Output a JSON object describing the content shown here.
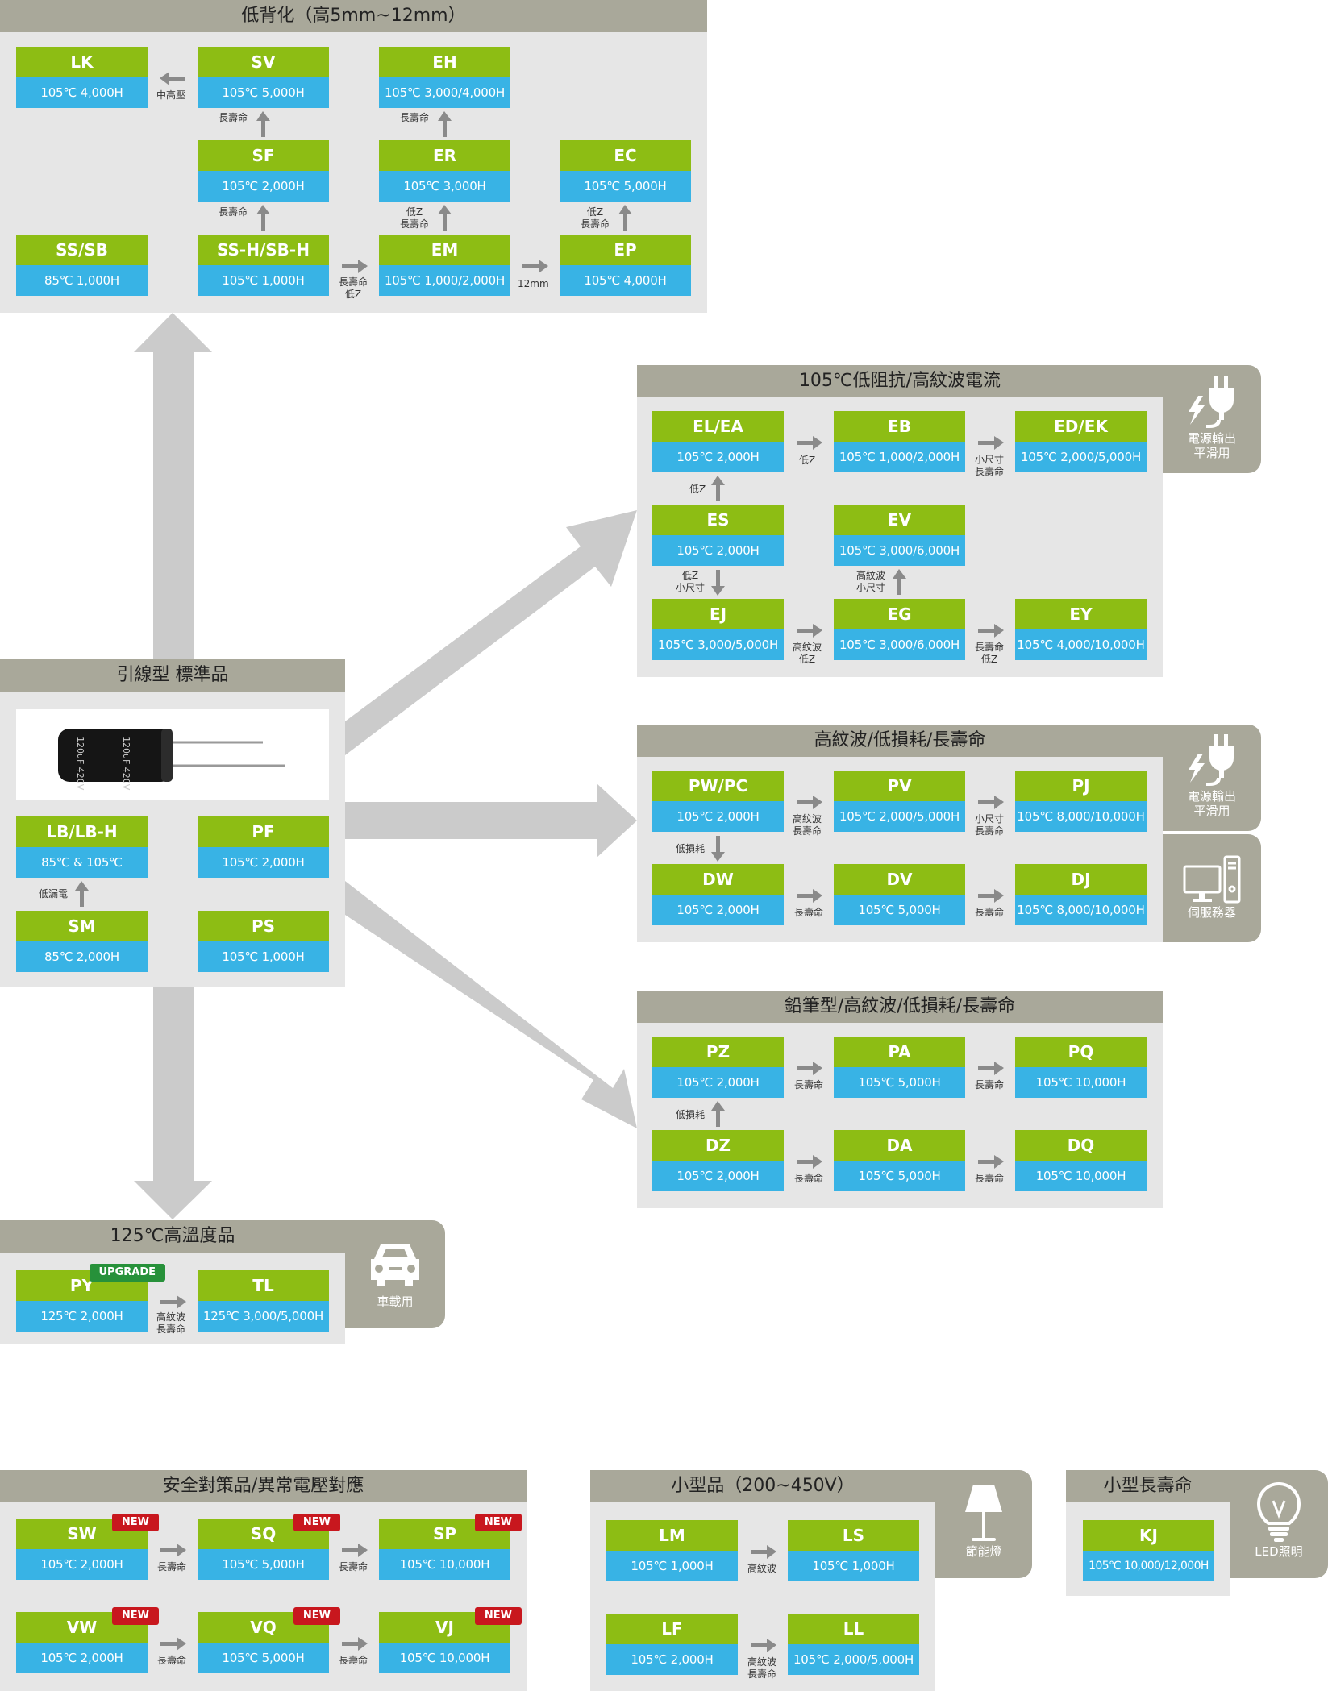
{
  "standard": {
    "title": "引線型 標準品",
    "boxes": [
      {
        "name": "LB/LB-H",
        "spec": "85℃ & 105℃"
      },
      {
        "name": "PF",
        "spec": "105℃  2,000H"
      },
      {
        "name": "SM",
        "spec": "85℃  2,000H"
      },
      {
        "name": "PS",
        "spec": "105℃  1,000H"
      }
    ],
    "notes": [
      "低漏電"
    ],
    "capacitor_label": "120uF 420V"
  },
  "lowprofile": {
    "title": "低背化（高5mm~12mm）",
    "boxes": [
      {
        "name": "LK",
        "spec": "105℃  4,000H"
      },
      {
        "name": "SV",
        "spec": "105℃  5,000H"
      },
      {
        "name": "EH",
        "spec": "105℃  3,000/4,000H"
      },
      {
        "name": "SF",
        "spec": "105℃  2,000H"
      },
      {
        "name": "ER",
        "spec": "105℃  3,000H"
      },
      {
        "name": "EC",
        "spec": "105℃  5,000H"
      },
      {
        "name": "SS/SB",
        "spec": "85℃  1,000H"
      },
      {
        "name": "SS-H/SB-H",
        "spec": "105℃  1,000H"
      },
      {
        "name": "EM",
        "spec": "105℃  1,000/2,000H"
      },
      {
        "name": "EP",
        "spec": "105℃  4,000H"
      }
    ],
    "notes": [
      "中高壓",
      "長壽命",
      "長壽命",
      "長壽命",
      "低Z\n長壽命",
      "低Z\n長壽命",
      "長壽命\n低Z",
      "12mm"
    ]
  },
  "lowz": {
    "title": "105℃低阻抗/高紋波電流",
    "side": "電源輸出\n平滑用",
    "boxes": [
      {
        "name": "EL/EA",
        "spec": "105℃  2,000H"
      },
      {
        "name": "EB",
        "spec": "105℃  1,000/2,000H"
      },
      {
        "name": "ED/EK",
        "spec": "105℃  2,000/5,000H"
      },
      {
        "name": "ES",
        "spec": "105℃  2,000H"
      },
      {
        "name": "EV",
        "spec": "105℃  3,000/6,000H"
      },
      {
        "name": "EJ",
        "spec": "105℃  3,000/5,000H"
      },
      {
        "name": "EG",
        "spec": "105℃  3,000/6,000H"
      },
      {
        "name": "EY",
        "spec": "105℃  4,000/10,000H"
      }
    ],
    "notes": [
      "低Z",
      "小尺寸\n長壽命",
      "低Z",
      "低Z\n小尺寸",
      "高紋波\n小尺寸",
      "高紋波\n低Z",
      "長壽命\n低Z"
    ]
  },
  "ripple": {
    "title": "高紋波/低損耗/長壽命",
    "side1": "電源輸出\n平滑用",
    "side2": "伺服務器",
    "boxes": [
      {
        "name": "PW/PC",
        "spec": "105℃  2,000H"
      },
      {
        "name": "PV",
        "spec": "105℃  2,000/5,000H"
      },
      {
        "name": "PJ",
        "spec": "105℃  8,000/10,000H"
      },
      {
        "name": "DW",
        "spec": "105℃  2,000H"
      },
      {
        "name": "DV",
        "spec": "105℃  5,000H"
      },
      {
        "name": "DJ",
        "spec": "105℃  8,000/10,000H"
      }
    ],
    "notes": [
      "高紋波\n長壽命",
      "小尺寸\n長壽命",
      "低損耗",
      "長壽命",
      "長壽命"
    ]
  },
  "pencil": {
    "title": "鉛筆型/高紋波/低損耗/長壽命",
    "boxes": [
      {
        "name": "PZ",
        "spec": "105℃  2,000H"
      },
      {
        "name": "PA",
        "spec": "105℃  5,000H"
      },
      {
        "name": "PQ",
        "spec": "105℃  10,000H"
      },
      {
        "name": "DZ",
        "spec": "105℃  2,000H"
      },
      {
        "name": "DA",
        "spec": "105℃  5,000H"
      },
      {
        "name": "DQ",
        "spec": "105℃  10,000H"
      }
    ],
    "notes": [
      "長壽命",
      "長壽命",
      "低損耗",
      "長壽命",
      "長壽命"
    ]
  },
  "hightemp": {
    "title": "125℃高溫度品",
    "side": "車載用",
    "boxes": [
      {
        "name": "PY",
        "spec": "125℃  2,000H",
        "badge": "UPGRADE"
      },
      {
        "name": "TL",
        "spec": "125℃  3,000/5,000H"
      }
    ],
    "notes": [
      "高紋波\n長壽命"
    ]
  },
  "safety": {
    "title": "安全對策品/異常電壓對應",
    "boxes": [
      {
        "name": "SW",
        "spec": "105℃  2,000H",
        "badge": "NEW"
      },
      {
        "name": "SQ",
        "spec": "105℃  5,000H",
        "badge": "NEW"
      },
      {
        "name": "SP",
        "spec": "105℃  10,000H",
        "badge": "NEW"
      },
      {
        "name": "VW",
        "spec": "105℃  2,000H",
        "badge": "NEW"
      },
      {
        "name": "VQ",
        "spec": "105℃  5,000H",
        "badge": "NEW"
      },
      {
        "name": "VJ",
        "spec": "105℃  10,000H",
        "badge": "NEW"
      }
    ],
    "notes": [
      "長壽命",
      "長壽命",
      "長壽命",
      "長壽命"
    ]
  },
  "small": {
    "title": "小型品（200~450V）",
    "side": "節能燈",
    "boxes": [
      {
        "name": "LM",
        "spec": "105℃  1,000H"
      },
      {
        "name": "LS",
        "spec": "105℃  1,000H"
      },
      {
        "name": "LF",
        "spec": "105℃  2,000H"
      },
      {
        "name": "LL",
        "spec": "105℃  2,000/5,000H"
      }
    ],
    "notes": [
      "高紋波",
      "高紋波\n長壽命"
    ]
  },
  "smalllong": {
    "title": "小型長壽命",
    "side": "LED照明",
    "boxes": [
      {
        "name": "KJ",
        "spec": "105℃  10,000/12,000H"
      }
    ]
  },
  "colors": {
    "green": "#8dbd14",
    "blue": "#38b3e5",
    "panel": "#e6e6e6",
    "header": "#a9a89a",
    "arrow": "#cbcbcb",
    "new": "#c8171e",
    "upgrade": "#27913a"
  }
}
